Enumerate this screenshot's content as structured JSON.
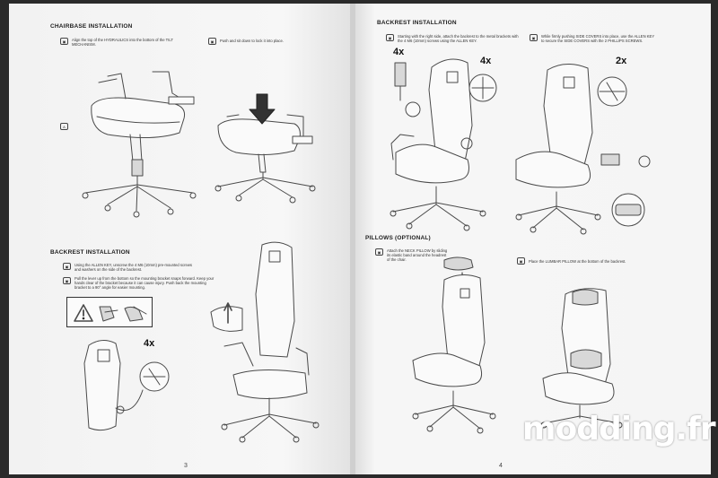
{
  "left_page": {
    "section1": {
      "title": "CHAIRBASE INSTALLATION",
      "step1": "Align the top of the HYDRAULICS into the bottom of the TILT MECHANISM.",
      "step2": "Push and sit down to lock it into place."
    },
    "section2": {
      "title": "BACKREST INSTALLATION",
      "step1": "Using the ALLEN KEY, unscrew the 4 M6 (10mm) pre-mounted screws and washers on the side of the backrest.",
      "step2": "Pull the lever up from the bottom so the mounting bracket snaps forward. Keep your hands clear of the bracket because it can cause injury. Push back the mounting bracket to a 90° angle for easier mounting.",
      "qty": "4x"
    },
    "page_number": "3"
  },
  "right_page": {
    "section1": {
      "title": "BACKREST INSTALLATION",
      "step1": "Starting with the right side, attach the backrest to the metal brackets with the 4 M6 (10mm) screws using the ALLEN KEY.",
      "step2": "While firmly pushing SIDE COVERS into place, use the ALLEN KEY to secure the SIDE COVERS with the 2 PHILLIPS SCREWS.",
      "qty_a": "4x",
      "qty_b": "4x",
      "qty_c": "2x"
    },
    "section2": {
      "title": "PILLOWS (OPTIONAL)",
      "step1": "Attach the NECK PILLOW by sliding its elastic band around the headrest of the chair.",
      "step2": "Place the LUMBAR PILLOW at the bottom of the backrest."
    },
    "page_number": "4"
  },
  "watermark": "modding.fr"
}
